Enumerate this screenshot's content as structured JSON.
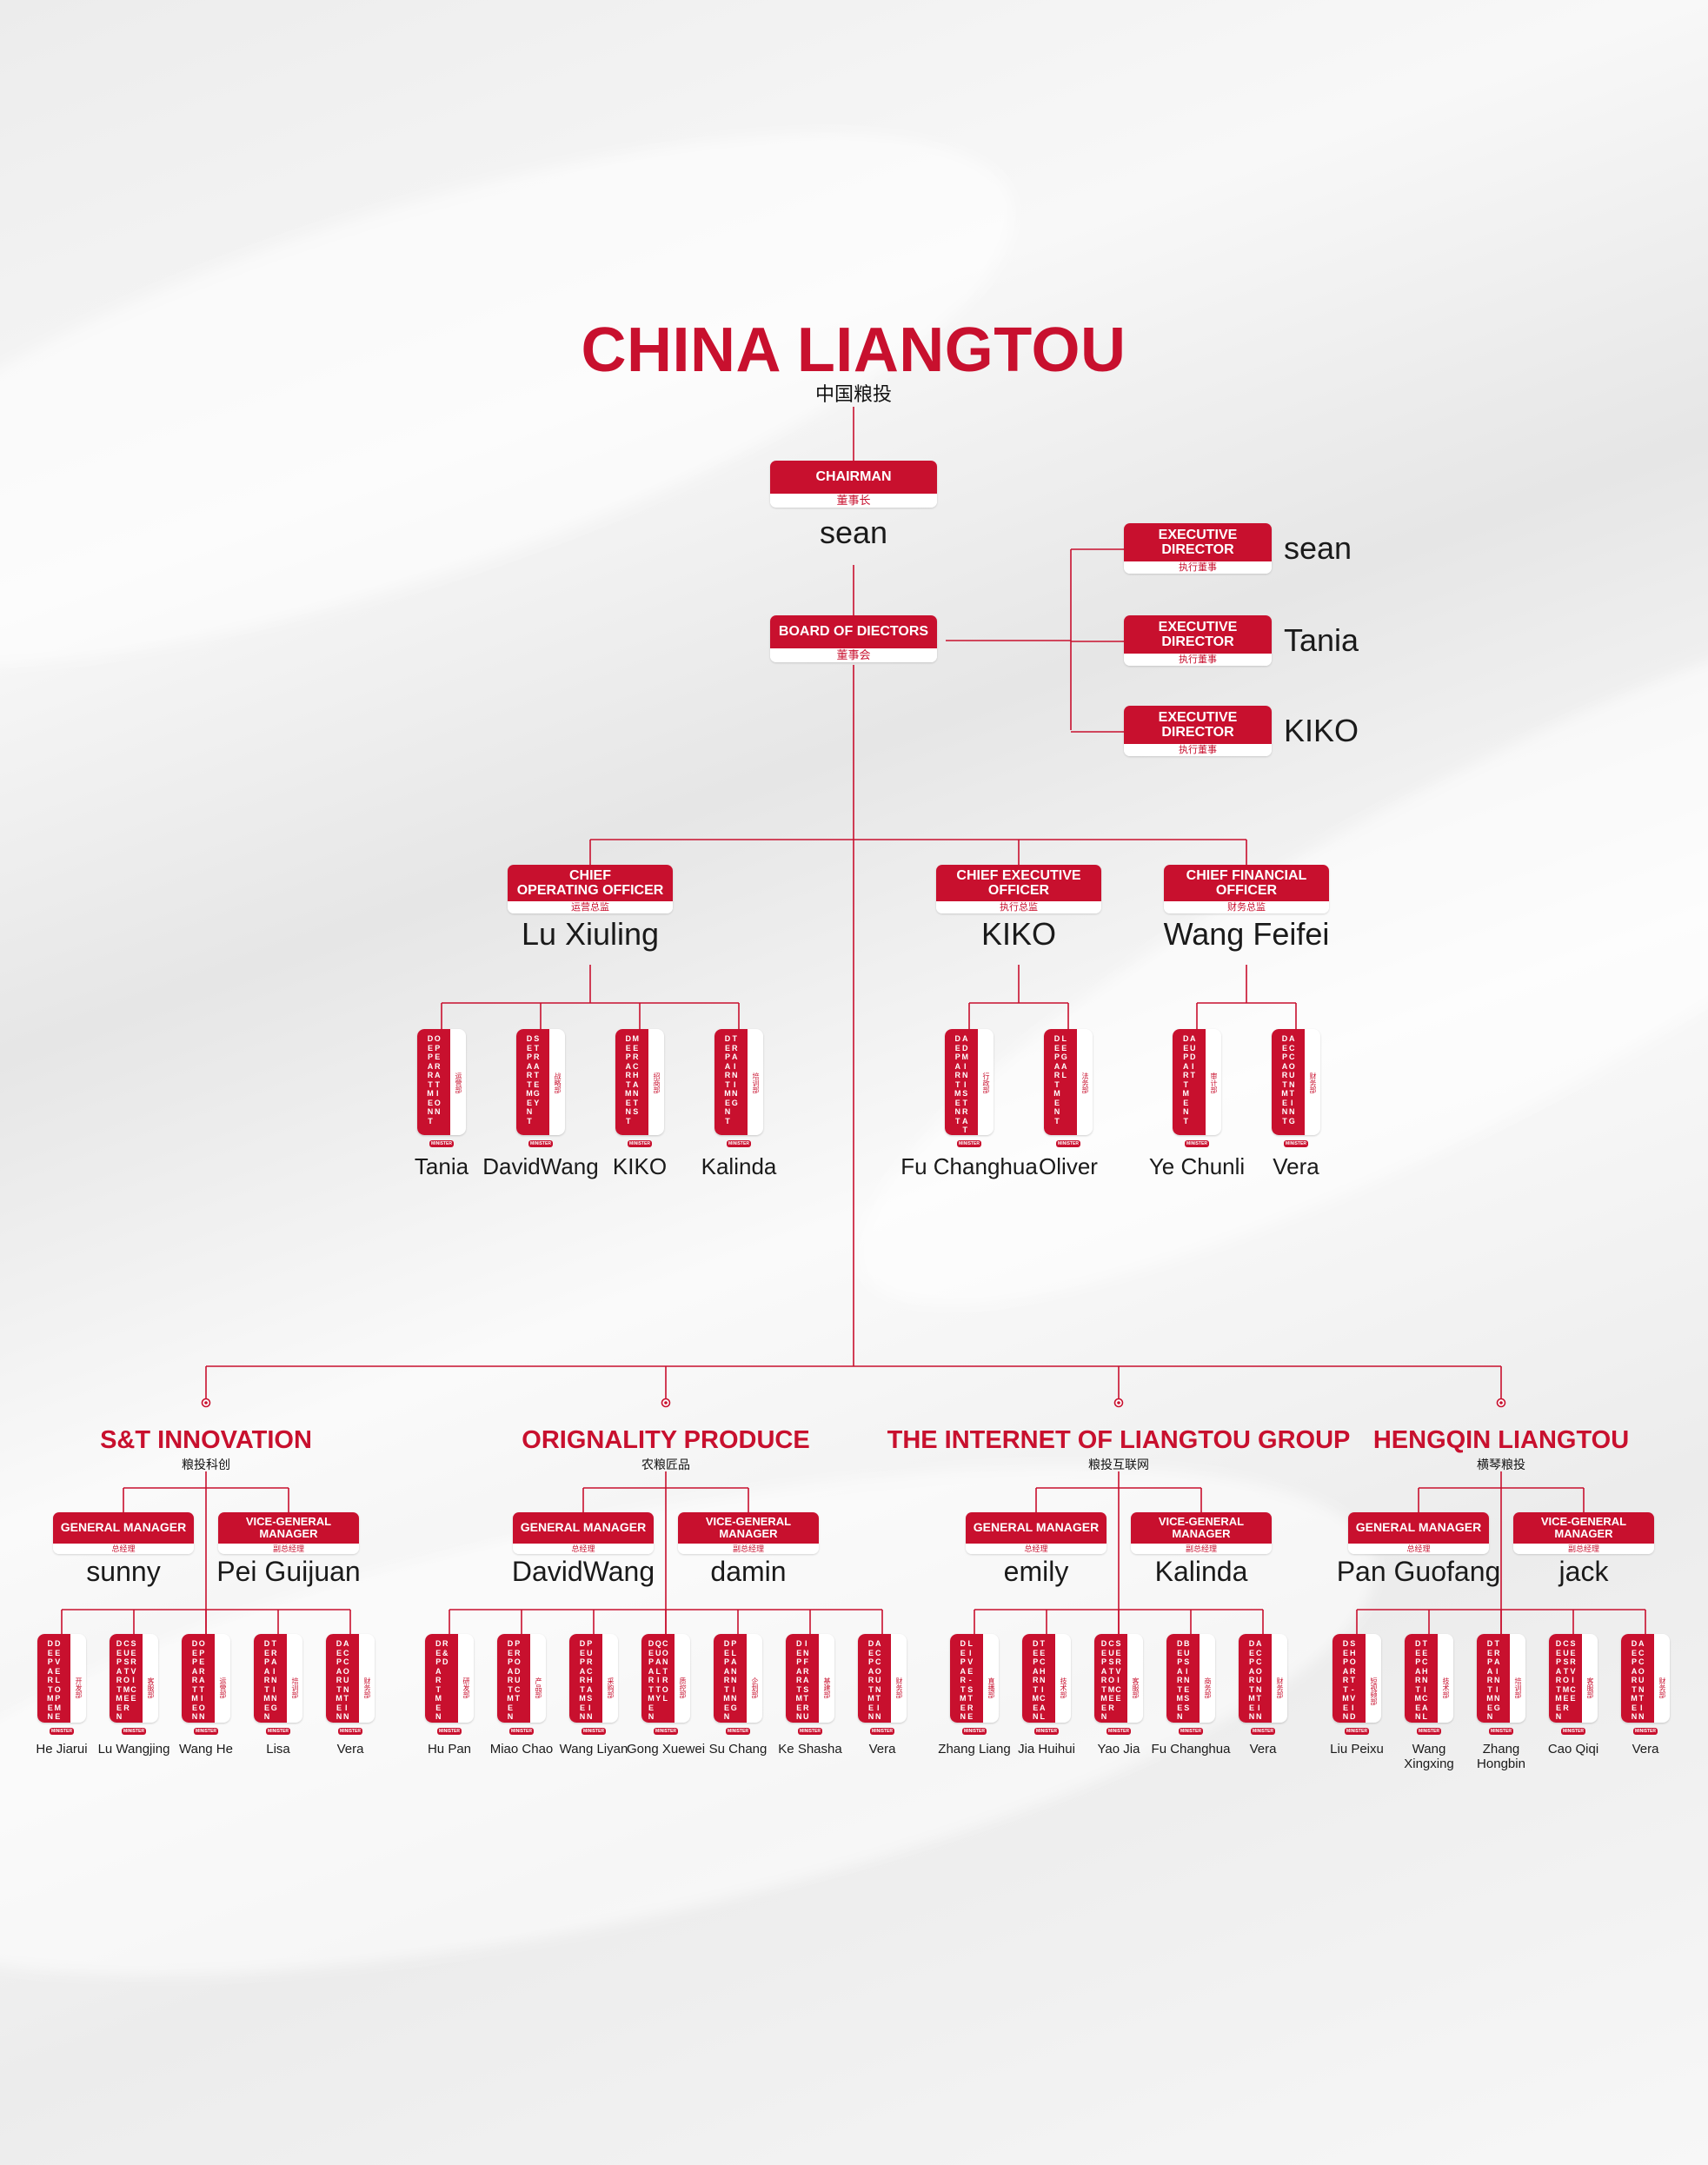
{
  "title": {
    "en": "CHINA LIANGTOU",
    "cn": "中国粮投"
  },
  "chairman": {
    "role": "CHAIRMAN",
    "role_cn": "董事长",
    "name": "sean"
  },
  "board": {
    "role": "BOARD OF DIECTORS",
    "role_cn": "董事会"
  },
  "executive_directors": [
    {
      "role": "EXECUTIVE\nDIRECTOR",
      "role_cn": "执行董事",
      "name": "sean"
    },
    {
      "role": "EXECUTIVE\nDIRECTOR",
      "role_cn": "执行董事",
      "name": "Tania"
    },
    {
      "role": "EXECUTIVE\nDIRECTOR",
      "role_cn": "执行董事",
      "name": "KIKO"
    }
  ],
  "officers": [
    {
      "role": "CHIEF\nOPERATING OFFICER",
      "role_cn": "运营总监",
      "name": "Lu Xiuling",
      "departments": [
        {
          "en": "OPERATION",
          "cn": "运营部",
          "person": "Tania"
        },
        {
          "en": "STRATEGY",
          "cn": "战略部",
          "person": "DavidWang"
        },
        {
          "en": "MERCHANTS",
          "cn": "招商部",
          "person": "KIKO"
        },
        {
          "en": "TRAINING",
          "cn": "培训部",
          "person": "Kalinda"
        }
      ]
    },
    {
      "role": "CHIEF EXECUTIVE\nOFFICER",
      "role_cn": "执行总监",
      "name": "KIKO",
      "departments": [
        {
          "en": "ADMINISTRATIVE",
          "cn": "行政部",
          "person": "Fu Changhua"
        },
        {
          "en": "LEGAL",
          "cn": "法务部",
          "person": "Oliver"
        }
      ]
    },
    {
      "role": "CHIEF FINANCIAL\nOFFICER",
      "role_cn": "财务总监",
      "name": "Wang Feifei",
      "departments": [
        {
          "en": "AUDIT",
          "cn": "审计部",
          "person": "Ye Chunli"
        },
        {
          "en": "ACCOUNTING",
          "cn": "财务部",
          "person": "Vera"
        }
      ]
    }
  ],
  "dept_word": "DEPARTMENT",
  "minister_label": "MINISTER",
  "subsidiaries": [
    {
      "name": "S&T INNOVATION",
      "cn": "粮投科创",
      "gm": {
        "role": "GENERAL MANAGER",
        "role_cn": "总经理",
        "name": "sunny"
      },
      "vgm": {
        "role": "VICE-GENERAL\nMANAGER",
        "role_cn": "副总经理",
        "name": "Pei Guijuan"
      },
      "departments": [
        {
          "en": "DEVELOPMENT",
          "cn": "开发部",
          "person": "He Jiarui"
        },
        {
          "en": "CUSTOMER SERVICE",
          "cn": "客服部",
          "person": "Lu Wangjing"
        },
        {
          "en": "OPERATION",
          "cn": "运营部",
          "person": "Wang He"
        },
        {
          "en": "TRAINING",
          "cn": "培训部",
          "person": "Lisa"
        },
        {
          "en": "ACCOUNTING",
          "cn": "财务部",
          "person": "Vera"
        }
      ]
    },
    {
      "name": "ORIGNALITY PRODUCE",
      "cn": "农粮匠品",
      "gm": {
        "role": "GENERAL MANAGER",
        "role_cn": "总经理",
        "name": "DavidWang"
      },
      "vgm": {
        "role": "VICE-GENERAL\nMANAGER",
        "role_cn": "副总经理",
        "name": "damin"
      },
      "departments": [
        {
          "en": "R&D",
          "cn": "研发部",
          "person": "Hu Pan"
        },
        {
          "en": "PRODUCT",
          "cn": "产品部",
          "person": "Miao Chao"
        },
        {
          "en": "PURCHASING",
          "cn": "采购部",
          "person": "Wang Liyan"
        },
        {
          "en": "QUALITY CONTROL",
          "cn": "质控部",
          "person": "Gong Xuewei"
        },
        {
          "en": "PLANNING",
          "cn": "企划部",
          "person": "Su Chang"
        },
        {
          "en": "INFRASTRUCTURE",
          "cn": "基建部",
          "person": "Ke Shasha"
        },
        {
          "en": "ACCOUNTING",
          "cn": "财务部",
          "person": "Vera"
        }
      ]
    },
    {
      "name": "THE INTERNET OF LIANGTOU GROUP",
      "cn": "粮投互联网",
      "gm": {
        "role": "GENERAL MANAGER",
        "role_cn": "总经理",
        "name": "emily"
      },
      "vgm": {
        "role": "VICE-GENERAL\nMANAGER",
        "role_cn": "副总经理",
        "name": "Kalinda"
      },
      "departments": [
        {
          "en": "LIVE-STREAMING",
          "cn": "直播部",
          "person": "Zhang Liang"
        },
        {
          "en": "TECHNICAL",
          "cn": "技术部",
          "person": "Jia Huihui"
        },
        {
          "en": "CUSTOMER SERVICE",
          "cn": "客服部",
          "person": "Yao Jia"
        },
        {
          "en": "BUSINESS",
          "cn": "商务部",
          "person": "Fu Changhua"
        },
        {
          "en": "ACCOUNTING",
          "cn": "财务部",
          "person": "Vera"
        }
      ]
    },
    {
      "name": "HENGQIN LIANGTOU",
      "cn": "横琴粮投",
      "gm": {
        "role": "GENERAL MANAGER",
        "role_cn": "总经理",
        "name": "Pan Guofang"
      },
      "vgm": {
        "role": "VICE-GENERAL\nMANAGER",
        "role_cn": "副总经理",
        "name": "jack"
      },
      "departments": [
        {
          "en": "SHORT-VIDEO",
          "cn": "短视频部",
          "person": "Liu Peixu"
        },
        {
          "en": "TECHNICAL",
          "cn": "技术部",
          "person": "Wang\nXingxing"
        },
        {
          "en": "TRAINING",
          "cn": "培训部",
          "person": "Zhang\nHongbin"
        },
        {
          "en": "CUSTOMER SERVICE",
          "cn": "客服部",
          "person": "Cao Qiqi"
        },
        {
          "en": "ACCOUNTING",
          "cn": "财务部",
          "person": "Vera"
        }
      ]
    }
  ]
}
